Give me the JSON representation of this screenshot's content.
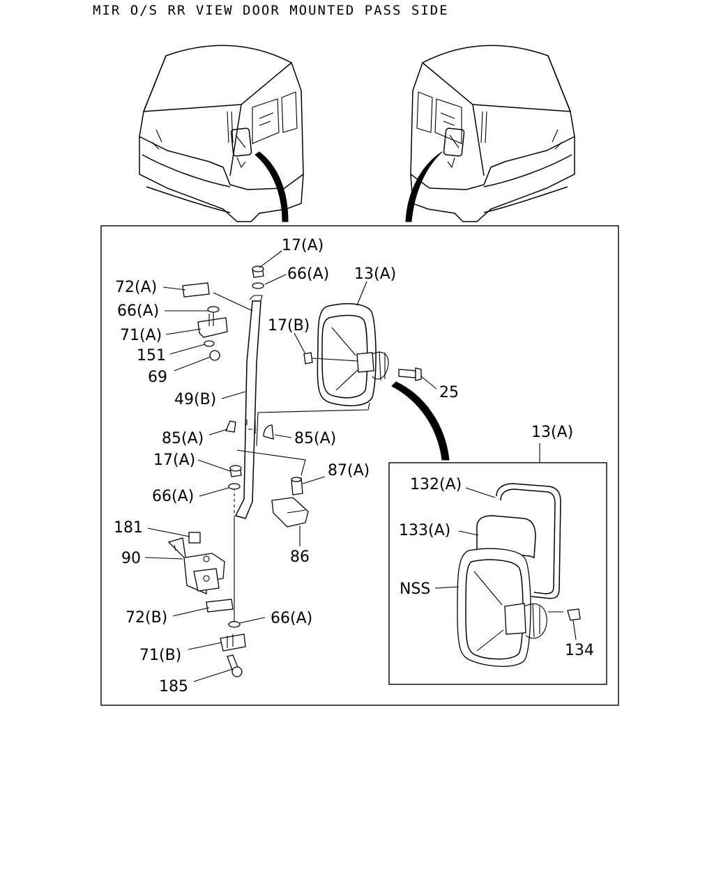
{
  "title": "MIR O/S RR VIEW DOOR MOUNTED PASS SIDE",
  "labels": {
    "p17a_top": "17(A)",
    "p66a_top": "66(A)",
    "p13a": "13(A)",
    "p72a": "72(A)",
    "p66a_left": "66(A)",
    "p17b": "17(B)",
    "p71a": "71(A)",
    "p151": "151",
    "p69": "69",
    "p25": "25",
    "p49b": "49(B)",
    "p85a_left": "85(A)",
    "p85a_right": "85(A)",
    "p17a_mid": "17(A)",
    "p87a": "87(A)",
    "p66a_mid": "66(A)",
    "p86": "86",
    "p181": "181",
    "p90": "90",
    "p72b": "72(B)",
    "p66a_bot": "66(A)",
    "p71b": "71(B)",
    "p185": "185",
    "p13a_inset": "13(A)",
    "p132a": "132(A)",
    "p133a": "133(A)",
    "pnss": "NSS",
    "p134": "134"
  },
  "icons": [
    "truck-cab-left-view",
    "truck-cab-right-view",
    "mirror-assembly",
    "mirror-stay-rod",
    "bracket",
    "bolt",
    "nut",
    "washer",
    "mirror-frame",
    "mirror-glass"
  ]
}
